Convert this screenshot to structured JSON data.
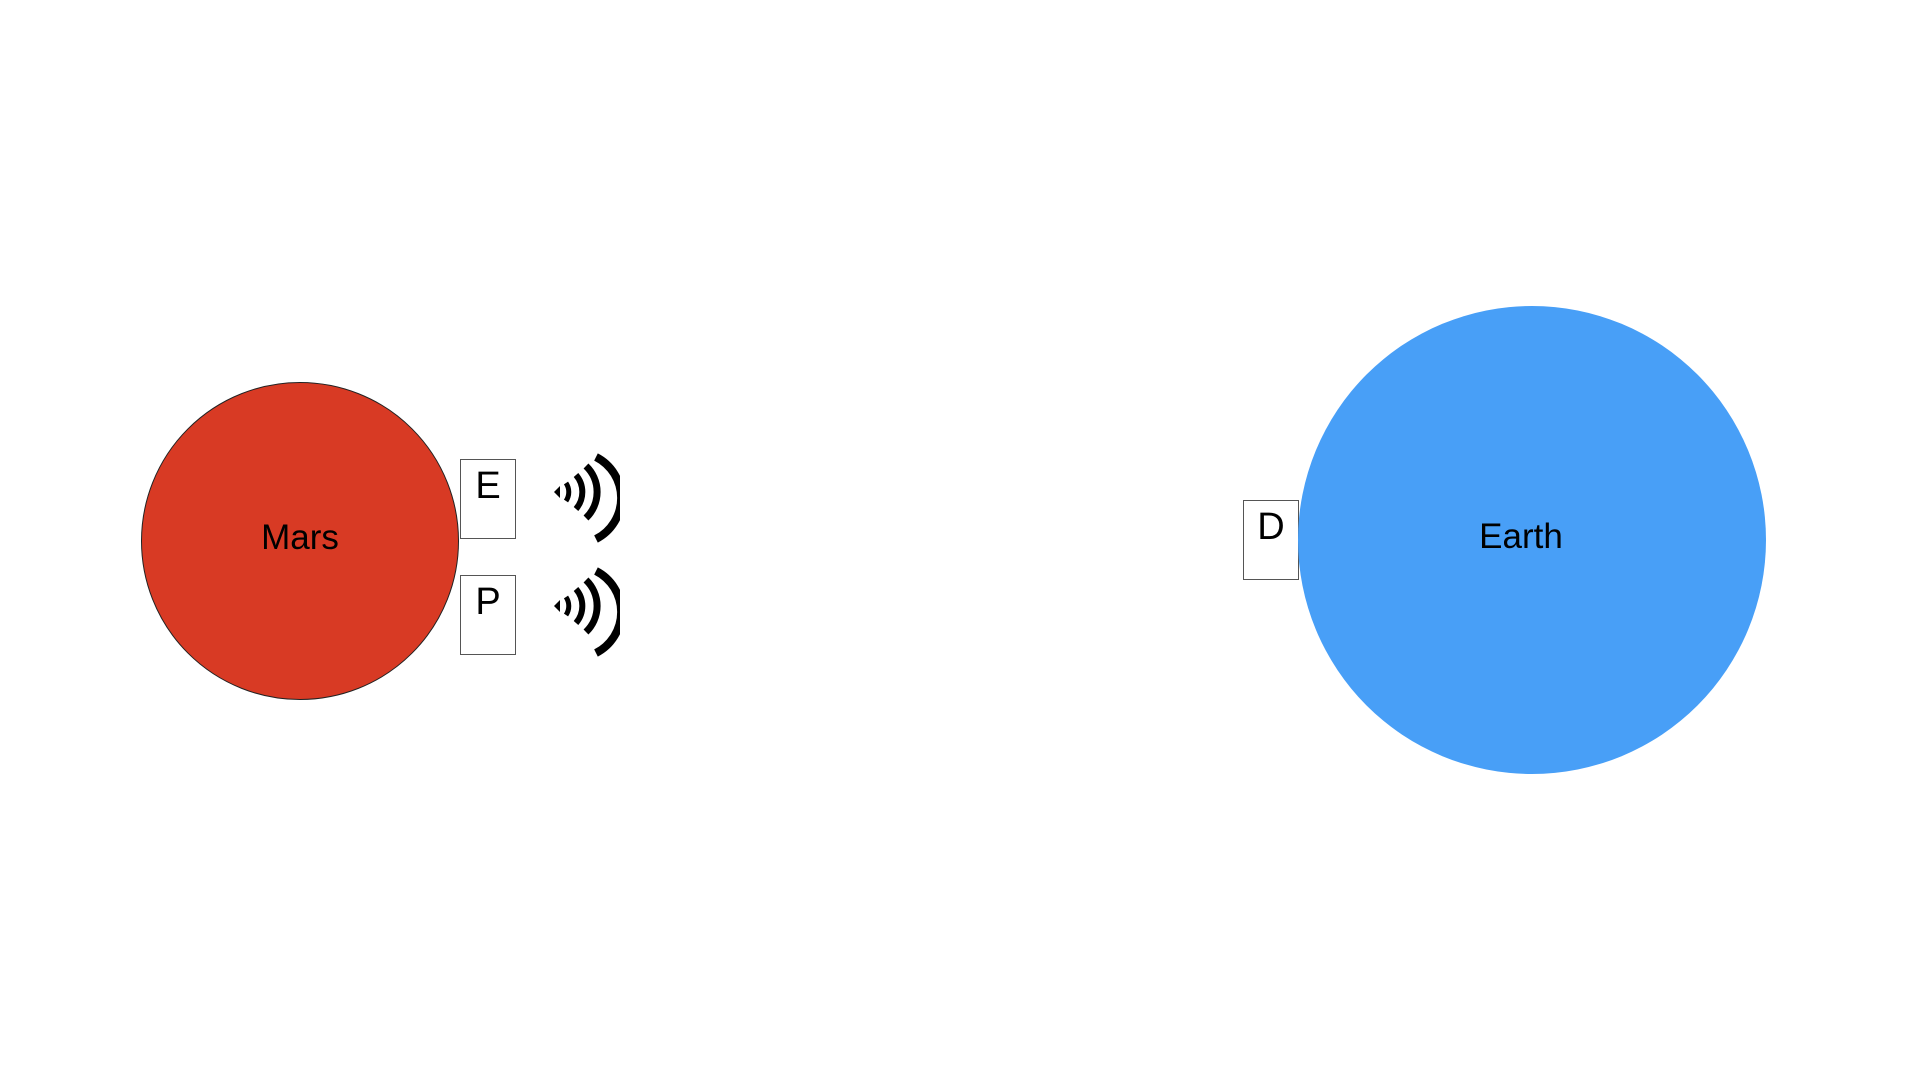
{
  "planets": {
    "mars": {
      "label": "Mars",
      "color": "#d83a24"
    },
    "earth": {
      "label": "Earth",
      "color": "#489ff7"
    }
  },
  "devices": {
    "e": {
      "label": "E"
    },
    "p": {
      "label": "P"
    },
    "d": {
      "label": "D"
    }
  },
  "icons": {
    "signal": "wireless-signal-icon"
  }
}
